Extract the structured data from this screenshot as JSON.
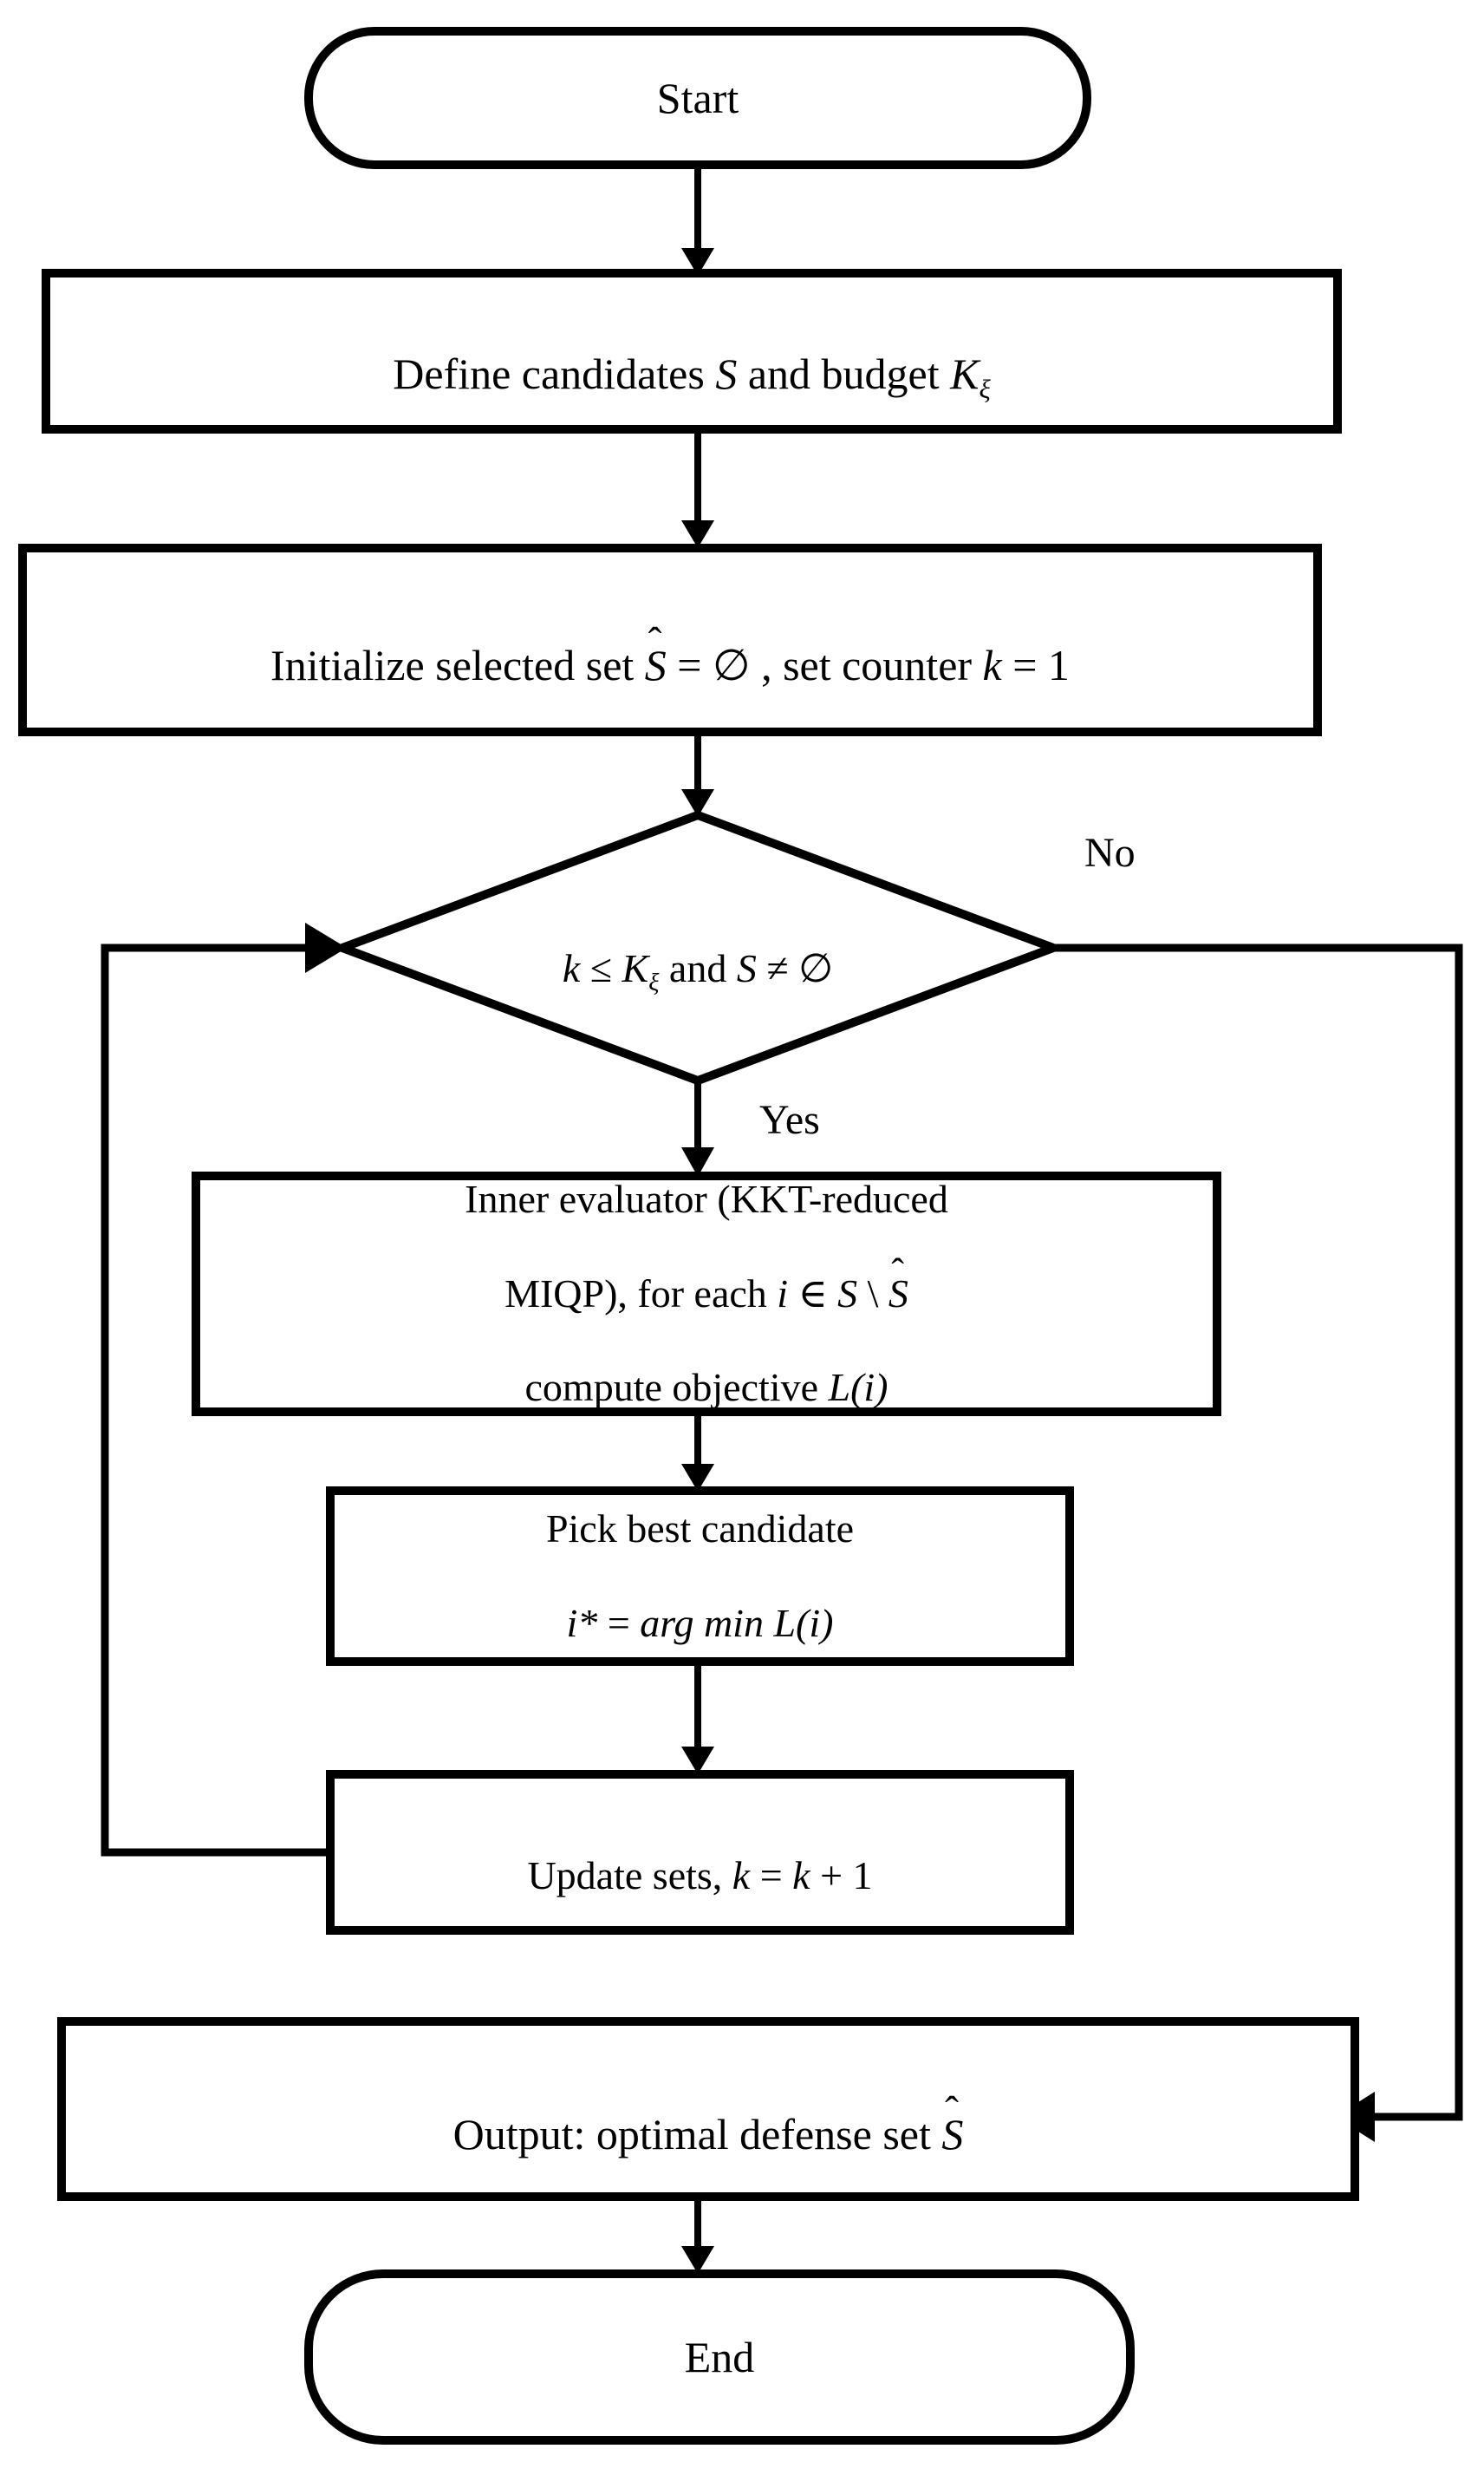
{
  "diagram": {
    "title": "Greedy defense-set selection flowchart",
    "background_color": "#ffffff",
    "stroke_color": "#000000",
    "fill_color": "#ffffff"
  },
  "nodes": {
    "start": {
      "shape": "terminator",
      "label": "Start"
    },
    "define_candidates": {
      "shape": "process",
      "label_plain": "Define candidates S  and budget Kξ",
      "prefix": "Define candidates ",
      "var_s": "S",
      "middle": "  and budget  ",
      "var_k": "K",
      "sub_k": "ξ"
    },
    "initialize": {
      "shape": "process",
      "label_plain": "Initialize selected set Ŝ = ∅ , set counter k = 1",
      "prefix": "Initialize selected set ",
      "var_shat": "S",
      "hat": "ˆ",
      "eq_empty": " =  ∅ ",
      "middle": ", set counter ",
      "var_k": "k",
      "eq_one": " = 1"
    },
    "decision": {
      "shape": "decision",
      "label_plain": "k ≤ Kξ and S ≠ ∅",
      "var_k": "k",
      "le": " ≤ ",
      "var_K": "K",
      "sub_xi": "ξ",
      "and": "  and  ",
      "var_S": "S",
      "neq_empty": " ≠ ∅"
    },
    "inner_evaluator": {
      "shape": "process",
      "label_plain": "Inner evaluator (KKT-reduced MIQP), for each i ∈ S \\ Ŝ compute objective L(i)",
      "line1": "Inner evaluator (KKT-reduced",
      "line2_prefix": "MIQP), for each ",
      "line2_i": "i",
      "line2_in": " ∈ ",
      "line2_S": "S",
      "line2_sep": " \\ ",
      "line2_Shat": "S",
      "line2_hat": "ˆ",
      "line3_prefix": "compute objective ",
      "line3_L": "L(i)"
    },
    "pick_best": {
      "shape": "process",
      "label_plain": "Pick best candidate i* = arg min L(i)",
      "line1": "Pick best candidate",
      "line2_istar": "i*",
      "line2_eq": " = ",
      "line2_argmin": "arg min L(i)"
    },
    "update_sets": {
      "shape": "process",
      "label_plain": "Update sets, k = k + 1",
      "prefix": "Update sets, ",
      "var_k1": "k",
      "eq": " = ",
      "var_k2": "k",
      "plus_one": " + 1"
    },
    "output": {
      "shape": "process",
      "label_plain": "Output: optimal defense set Ŝ",
      "prefix": "Output: optimal defense set  ",
      "var_shat": "S",
      "hat": "ˆ"
    },
    "end": {
      "shape": "terminator",
      "label": "End"
    }
  },
  "edges": {
    "no_label": "No",
    "yes_label": "Yes"
  }
}
